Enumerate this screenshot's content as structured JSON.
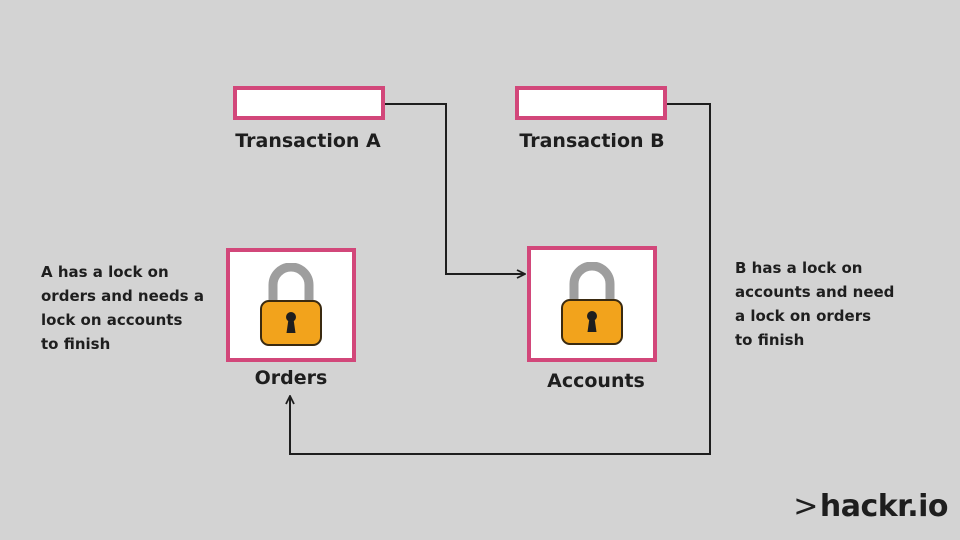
{
  "transactions": {
    "a_label": "Transaction A",
    "b_label": "Transaction B"
  },
  "resources": {
    "orders_label": "Orders",
    "accounts_label": "Accounts"
  },
  "notes": {
    "a": "A has a lock on\norders and needs a\nlock on accounts\nto finish",
    "b": "B has a lock on\naccounts and need\na lock on orders\nto finish"
  },
  "logo": {
    "chevron": ">",
    "text": "hackr.io"
  },
  "colors": {
    "background": "#d3d3d3",
    "box_border": "#d2477a",
    "lock_body": "#f2a31c",
    "lock_shackle": "#9e9e9e"
  }
}
